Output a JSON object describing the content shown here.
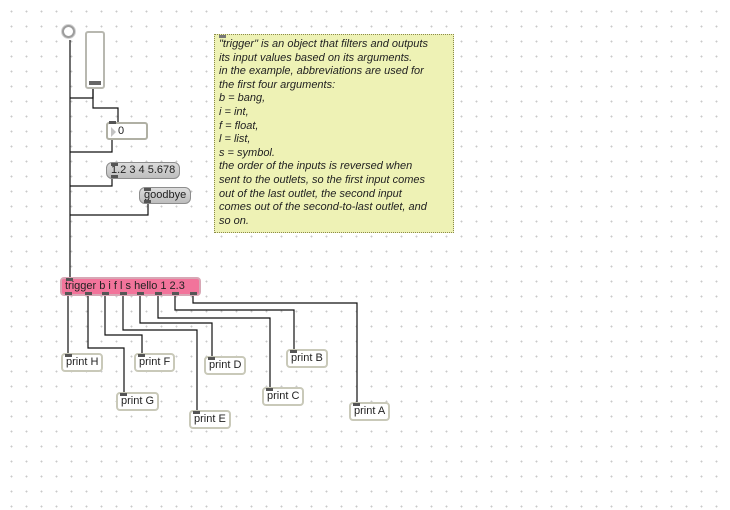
{
  "objects": {
    "number_value": "0",
    "list_message": "1.2 3 4 5.678",
    "symbol_message": "goodbye",
    "trigger": "trigger b i f l s hello 1 2.3",
    "prints": {
      "h": "print H",
      "g": "print G",
      "f": "print F",
      "e": "print E",
      "d": "print D",
      "c": "print C",
      "b": "print B",
      "a": "print A"
    }
  },
  "comment": {
    "lines": [
      "\"trigger\" is an object that filters and outputs",
      "its input values based on its arguments.",
      "in the example, abbreviations are used for",
      "the first four arguments:",
      "b = bang,",
      "i = int,",
      "f = float,",
      "l = list,",
      "s = symbol.",
      "the order of the inputs is reversed when",
      "sent to the outlets, so the first input comes",
      "out of the last outlet, the second input",
      "comes out of the second-to-last outlet, and",
      "so on."
    ]
  },
  "colors": {
    "trigger_fill": "#f2749b",
    "comment_fill": "#eef2b5",
    "patchcord": "#111111"
  }
}
